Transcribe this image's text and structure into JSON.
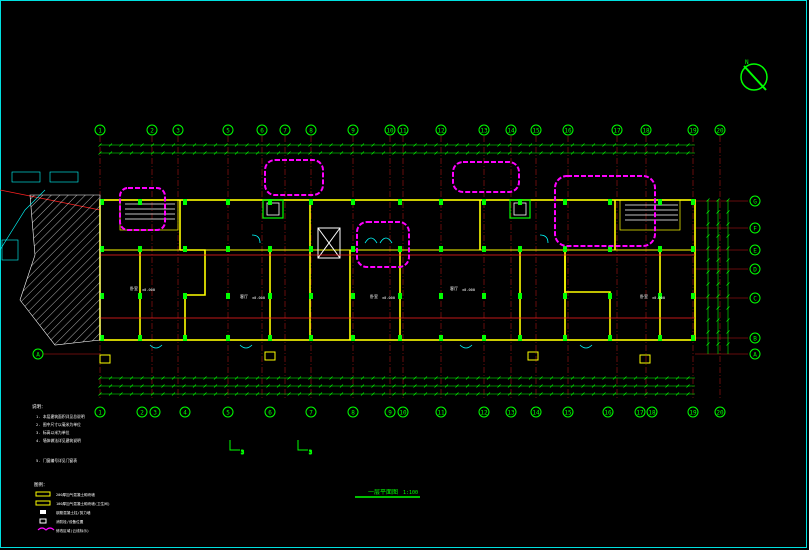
{
  "drawing": {
    "title": "一层平面图",
    "scale": "1:100"
  },
  "axes": {
    "top_labels": [
      "1",
      "2",
      "3",
      "5",
      "6",
      "7",
      "8",
      "9",
      "10",
      "11",
      "12",
      "13",
      "14",
      "15",
      "16",
      "17",
      "18",
      "19",
      "20"
    ],
    "bottom_labels": [
      "1",
      "2",
      "3",
      "4",
      "5",
      "6",
      "7",
      "8",
      "9",
      "10",
      "11",
      "12",
      "13",
      "14",
      "15",
      "16",
      "17",
      "18",
      "19",
      "20"
    ],
    "right_labels": [
      "G",
      "F",
      "E",
      "D",
      "C",
      "B",
      "A"
    ],
    "left_labels": [
      "A"
    ]
  },
  "rooms": [
    {
      "name": "卧室",
      "elev": "±0.000"
    },
    {
      "name": "客厅",
      "elev": "±0.000"
    },
    {
      "name": "卧室",
      "elev": "±0.000"
    },
    {
      "name": "客厅",
      "elev": "±0.000"
    },
    {
      "name": "卧室",
      "elev": "±0.000"
    }
  ],
  "section_marks": [
    "3",
    "3"
  ],
  "notes": {
    "heading": "说明：",
    "lines": [
      "1. 本层建筑面积详见总说明",
      "2. 图中尺寸以毫米为单位",
      "3. 标高以米为单位",
      "4. 墙体做法详见建筑说明",
      "5. 门窗编号详见门窗表"
    ]
  },
  "legend": {
    "heading": "图例：",
    "items": [
      {
        "label": "200厚加气混凝土砌块墙",
        "color": "#ffff00"
      },
      {
        "label": "100厚加气混凝土砌块墙(卫生间)",
        "color": "#ffff00"
      },
      {
        "label": "钢筋混凝土柱/剪力墙",
        "color": "#ffffff"
      },
      {
        "label": "消防栓/设备位置",
        "color": "#ffffff"
      },
      {
        "label": "修改区域(云线标示)",
        "color": "#ff00ff"
      }
    ]
  },
  "colors": {
    "axis": "#00ff00",
    "wall": "#ffff00",
    "dim": "#00ff00",
    "cloud": "#ff00ff",
    "frame": "#00e0e0",
    "red": "#ff2020",
    "white": "#ffffff",
    "cyan": "#00ffff"
  },
  "icons": {
    "north": "north-arrow-icon"
  }
}
